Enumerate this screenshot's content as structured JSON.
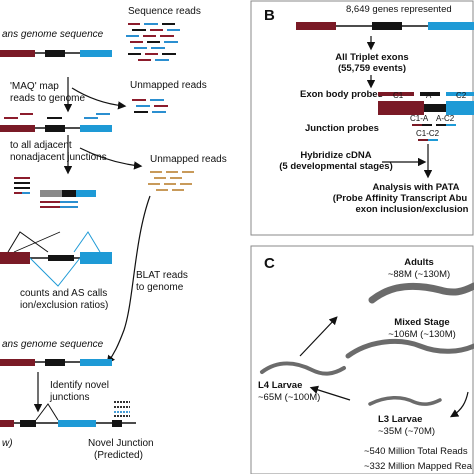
{
  "panel_b": {
    "letter": "B",
    "header": "8,649 genes represented",
    "triplet_line1": "All Triplet exons",
    "triplet_line2": "(55,759 events)",
    "exon_body_probes": "Exon body probes",
    "junction_probes": "Junction probes",
    "probe_c1": "C1",
    "probe_a": "A",
    "probe_c2": "C2",
    "jp_c1a": "C1-A",
    "jp_ac2": "A-C2",
    "jp_c1c2": "C1-C2",
    "hybridize_line1": "Hybridize cDNA",
    "hybridize_line2": "(5 developmental stages)",
    "analysis_line1": "Analysis with PATA",
    "analysis_line2": "(Probe Affinity Transcript Abu",
    "analysis_line3": "exon inclusion/exclusion"
  },
  "panel_a": {
    "genome_seq_top": "ans genome sequence",
    "sequence_reads": "Sequence reads",
    "maq_line1": "'MAQ' map",
    "maq_line2": "reads to genome",
    "unmapped_reads_1": "Unmapped reads",
    "adj_line1": "to all adjacent",
    "adj_line2": "nonadjacent junctions",
    "unmapped_reads_2": "Unmapped reads",
    "counts_line1": "counts and AS calls",
    "counts_line2": "ion/exclusion ratios)",
    "blat_line1": "BLAT reads",
    "blat_line2": "to genome",
    "genome_seq_bottom": "ans genome sequence",
    "identify_line1": "Identify novel",
    "identify_line2": "junctions",
    "novel_line1": "Novel Junction",
    "novel_line2": "(Predicted)",
    "left_cut": "w)"
  },
  "panel_c": {
    "letter": "C",
    "adults": "Adults",
    "adults_reads": "~88M (~130M)",
    "mixed": "Mixed Stage",
    "mixed_reads": "~106M (~130M)",
    "l4": "L4 Larvae",
    "l4_reads": "~65M (~100M)",
    "l3": "L3 Larvae",
    "l3_reads": "~35M (~70M)",
    "total": "~540 Million Total Reads",
    "mapped": "~332 Million Mapped Rea"
  },
  "colors": {
    "exon_dark_red": "#7a1a26",
    "exon_black": "#141414",
    "exon_blue": "#1e9ad6",
    "read_red": "#8c1c2c",
    "read_blue": "#2b8fd0",
    "read_tan": "#c89a5a",
    "worm_gray": "#6b6b6b",
    "panel_border": "#8a8a8a"
  }
}
